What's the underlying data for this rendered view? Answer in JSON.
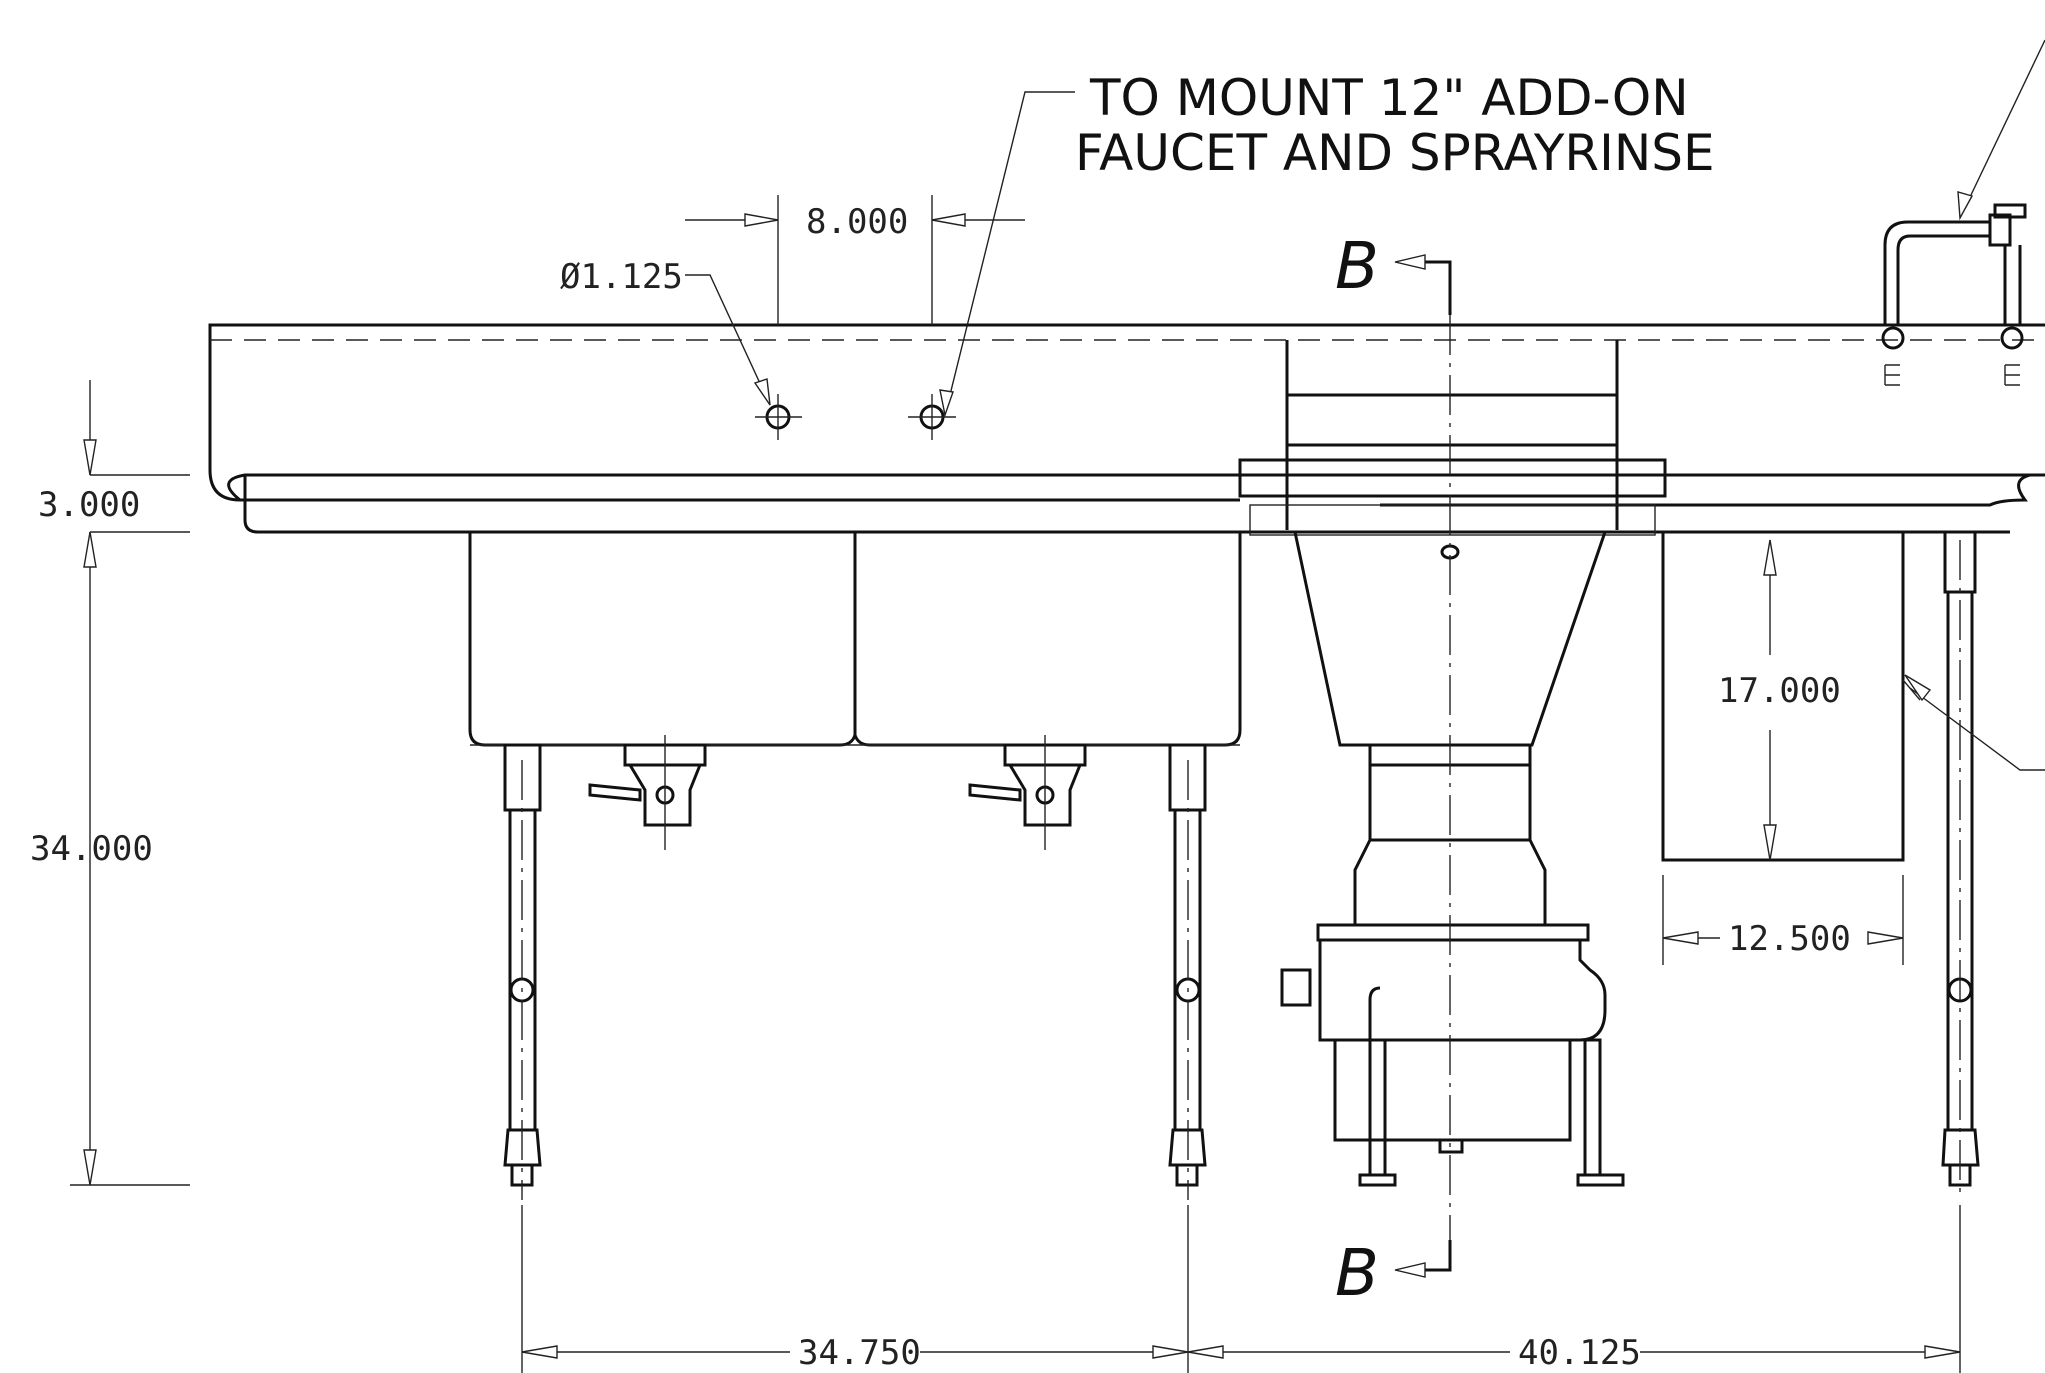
{
  "note": {
    "line1": "TO MOUNT 12\" ADD-ON",
    "line2": "FAUCET AND SPRAYRINSE"
  },
  "section_marker": {
    "label": "B"
  },
  "dimensions": {
    "hole_spacing": "8.000",
    "hole_diameter": "Ø1.125",
    "backsplash_height": "3.000",
    "overall_height": "34.000",
    "leg_spacing_left": "34.750",
    "leg_spacing_right": "40.125",
    "disposer_height": "17.000",
    "disposer_width": "12.500"
  }
}
